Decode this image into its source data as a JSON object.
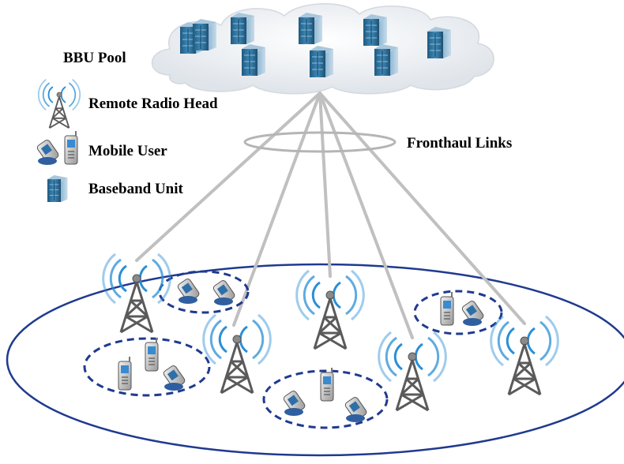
{
  "labels": {
    "bbu_pool": "BBU Pool",
    "fronthaul_links": "Fronthaul Links"
  },
  "legend": {
    "items": [
      {
        "icon": "radio-tower-icon",
        "label": "Remote Radio Head"
      },
      {
        "icon": "mobile-phone-icon",
        "label": "Mobile User"
      },
      {
        "icon": "server-rack-icon",
        "label": "Baseband Unit"
      }
    ]
  },
  "colors": {
    "cell_boundary": "#1f3a8f",
    "user_cluster": "#1f3a8f",
    "fronthaul_line": "#c0c0c0",
    "signal_wave": "#2a8fd6",
    "tower": "#555555",
    "server": "#2b6d97",
    "cloud": "#eef1f5"
  }
}
